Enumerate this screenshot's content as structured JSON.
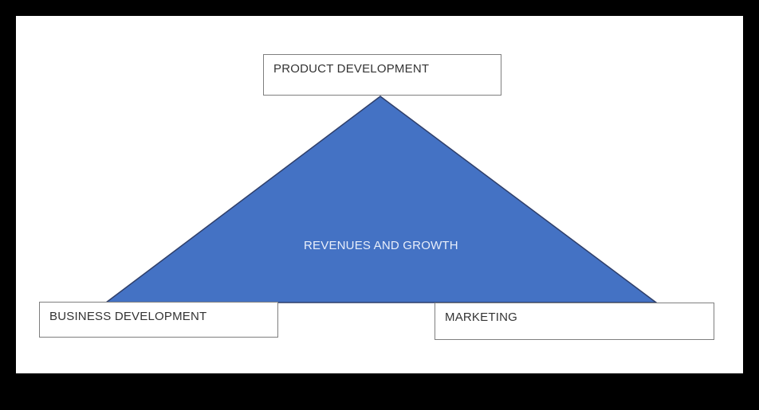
{
  "diagram": {
    "top_box": {
      "label": "PRODUCT DEVELOPMENT"
    },
    "left_box": {
      "label": "BUSINESS DEVELOPMENT"
    },
    "right_box": {
      "label": "MARKETING"
    },
    "center": {
      "label": "REVENUES AND GROWTH"
    },
    "colors": {
      "triangle_fill": "#4472c4",
      "triangle_stroke": "#2f3f6a",
      "box_border": "#7f7f7f",
      "background": "#ffffff",
      "frame": "#000000"
    }
  }
}
